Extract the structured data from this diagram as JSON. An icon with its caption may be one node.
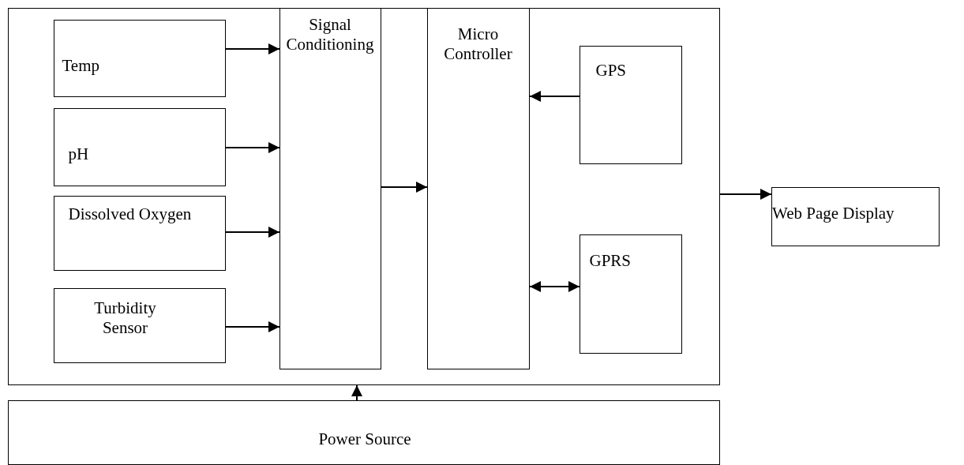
{
  "diagram": {
    "nodes": [
      {
        "text": [],
        "shape": "box"
      },
      {
        "text": [
          "Temp"
        ],
        "in": 0
      },
      {
        "text": [
          "pH"
        ],
        "in": 0
      },
      {
        "text": [
          "Dissolved Oxygen"
        ],
        "in": 0
      },
      {
        "text": [
          "Turbidity Sensor"
        ],
        "in": 0
      },
      {
        "text": [
          "Signal Conditioning"
        ],
        "in": 0
      },
      {
        "text": [
          "Micro Controller"
        ],
        "in": 0
      },
      {
        "text": [
          "GPS"
        ],
        "in": 0
      },
      {
        "text": [
          "GPRS"
        ],
        "in": 0
      },
      {
        "text": [
          "Web Page Display"
        ]
      },
      {
        "text": [
          "Power Source"
        ]
      }
    ],
    "edges": [
      {
        "from": 1,
        "to": 5,
        "arrow": "to"
      },
      {
        "from": 2,
        "to": 5,
        "arrow": "to"
      },
      {
        "from": 3,
        "to": 5,
        "arrow": "to"
      },
      {
        "from": 4,
        "to": 5,
        "arrow": "to"
      },
      {
        "from": 5,
        "to": 6,
        "arrow": "to"
      },
      {
        "from": 7,
        "to": 6,
        "arrow": "to"
      },
      {
        "from": 6,
        "to": 8,
        "arrow": "both"
      },
      {
        "from": 0,
        "to": 9,
        "arrow": "to"
      },
      {
        "from": 10,
        "to": 0,
        "arrow": "to"
      }
    ]
  }
}
